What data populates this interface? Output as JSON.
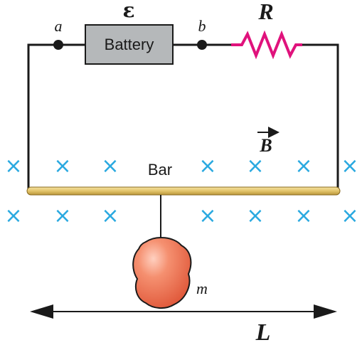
{
  "labels": {
    "emf": "ε",
    "resistor": "R",
    "terminal_a": "a",
    "terminal_b": "b",
    "battery": "Battery",
    "field": "B",
    "bar": "Bar",
    "mass": "m",
    "length": "L"
  },
  "field_marks": {
    "symbol": "×",
    "color": "#2aa9e0"
  },
  "colors": {
    "wire": "#1a1a1a",
    "battery_fill": "#b5b8ba",
    "resistor": "#e0127c",
    "bar_fill": "#e3c46a",
    "mass_fill": "#f07a55",
    "mass_highlight": "#ffd0c0"
  }
}
